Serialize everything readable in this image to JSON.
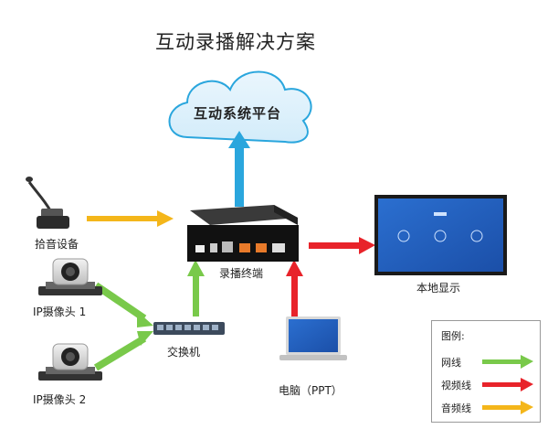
{
  "title": "互动录播解决方案",
  "cloud_label": "互动系统平台",
  "nodes": {
    "mic": "拾音设备",
    "cam1": "IP摄像头 1",
    "cam2": "IP摄像头 2",
    "switch": "交换机",
    "recorder": "录播终端",
    "display": "本地显示",
    "pc": "电脑（PPT）"
  },
  "legend": {
    "title": "图例:",
    "items": [
      {
        "label": "网线",
        "color": "#79c94a"
      },
      {
        "label": "视频线",
        "color": "#e8232a"
      },
      {
        "label": "音频线",
        "color": "#f4b61a"
      }
    ]
  },
  "colors": {
    "cloud_arrow": "#2aa6dd",
    "network": "#79c94a",
    "video": "#e8232a",
    "audio": "#f4b61a"
  }
}
